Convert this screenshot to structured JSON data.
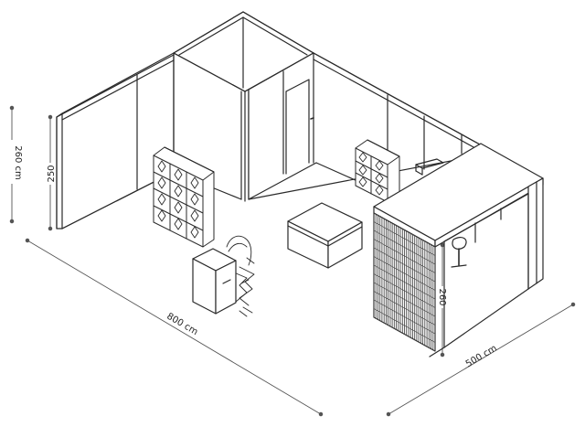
{
  "dimensions": {
    "total_height": "260 cm",
    "wall_height": "250",
    "length": "800 cm",
    "width": "500 cm",
    "counter_height": "260"
  },
  "colors": {
    "line": "#2a2a2a",
    "dimension_line": "#555555",
    "slat": "#3a3a3a",
    "background": "#ffffff"
  }
}
